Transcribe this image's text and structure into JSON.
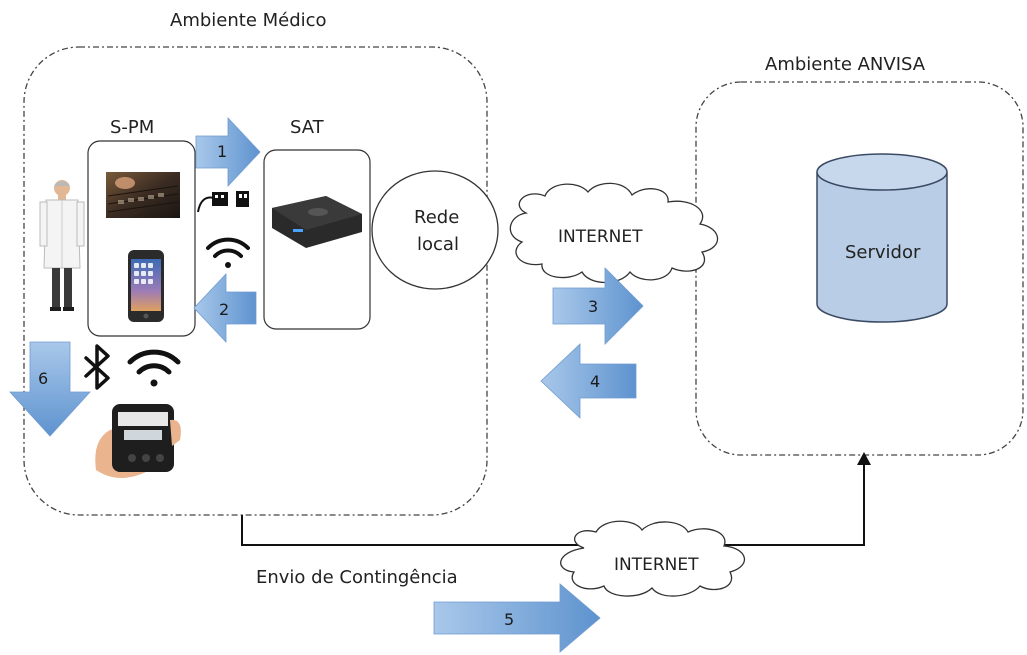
{
  "environments": {
    "medical": "Ambiente Médico",
    "anvisa": "Ambiente ANVISA"
  },
  "devices": {
    "spm": "S-PM",
    "sat": "SAT"
  },
  "network": {
    "local_line1": "Rede",
    "local_line2": "local",
    "internet_top": "INTERNET",
    "internet_bottom": "INTERNET"
  },
  "server": "Servidor",
  "contingency": "Envio de Contingência",
  "arrows": [
    "1",
    "2",
    "3",
    "4",
    "5",
    "6"
  ],
  "icons": [
    "doctor-figure",
    "keyboard-photo",
    "usb-icon",
    "smartphone-icon",
    "wifi-icon",
    "sat-device",
    "bluetooth-icon",
    "portable-printer"
  ],
  "colors": {
    "arrow_light": "#a9c8ea",
    "arrow_dark": "#5e93cf",
    "server_fill": "#b9cde6",
    "server_stroke": "#3b4a63"
  }
}
